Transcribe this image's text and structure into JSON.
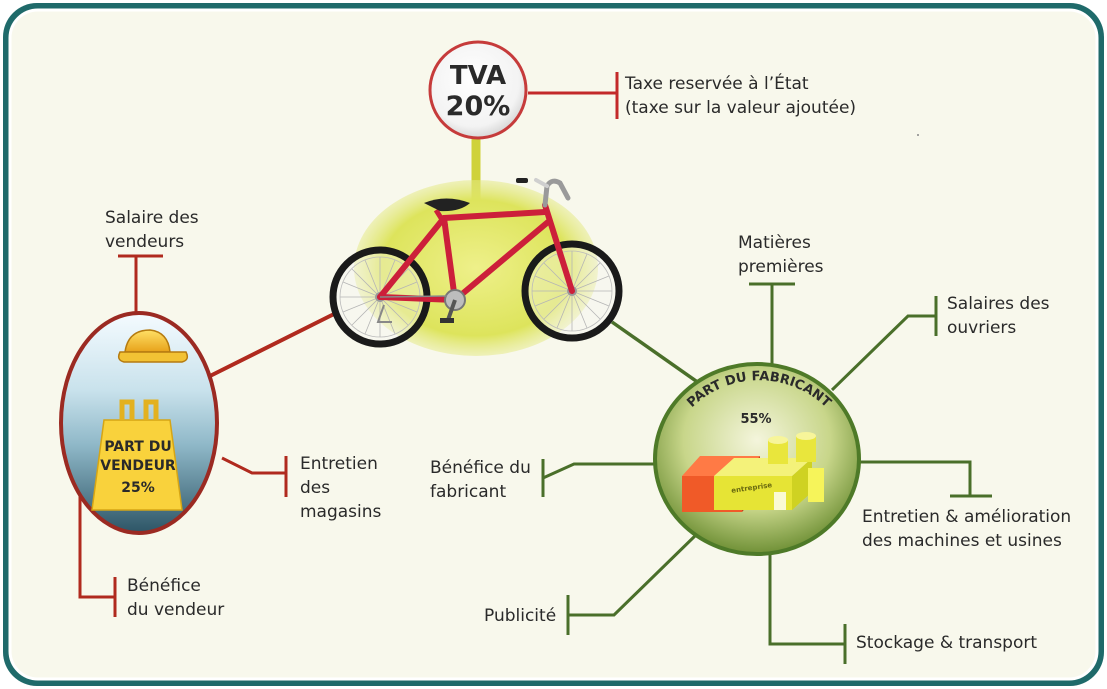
{
  "tva": {
    "title": "TVA",
    "percent": "20%",
    "label_line1": "Taxe reservée à l’État",
    "label_line2": "(taxe sur la valeur ajoutée)"
  },
  "vendeur": {
    "title_line1": "PART DU",
    "title_line2": "VENDEUR",
    "percent": "25%",
    "items": {
      "salaire": [
        "Salaire des",
        "vendeurs"
      ],
      "entretien": [
        "Entretien",
        "des",
        "magasins"
      ],
      "benefice": [
        "Bénéfice",
        "du vendeur"
      ]
    }
  },
  "fabricant": {
    "title": "PART DU FABRICANT",
    "percent": "55%",
    "building_sign": "entreprise",
    "items": {
      "matieres": [
        "Matières",
        "premières"
      ],
      "salaires": [
        "Salaires des",
        "ouvriers"
      ],
      "benefice": [
        "Bénéfice du",
        "fabricant"
      ],
      "entretien": [
        "Entretien & amélioration",
        "des machines et usines"
      ],
      "publicite": [
        "Publicité"
      ],
      "stockage": [
        "Stockage & transport"
      ]
    }
  },
  "colors": {
    "frame": "#1f6a6a",
    "background": "#f8f8ec",
    "tva_line": "#c32a2a",
    "vendeur_line": "#b02a1e",
    "fabricant_line": "#4a6f2a",
    "glow_yellow": "#dce25a",
    "bike_red": "#cc1f3a"
  }
}
